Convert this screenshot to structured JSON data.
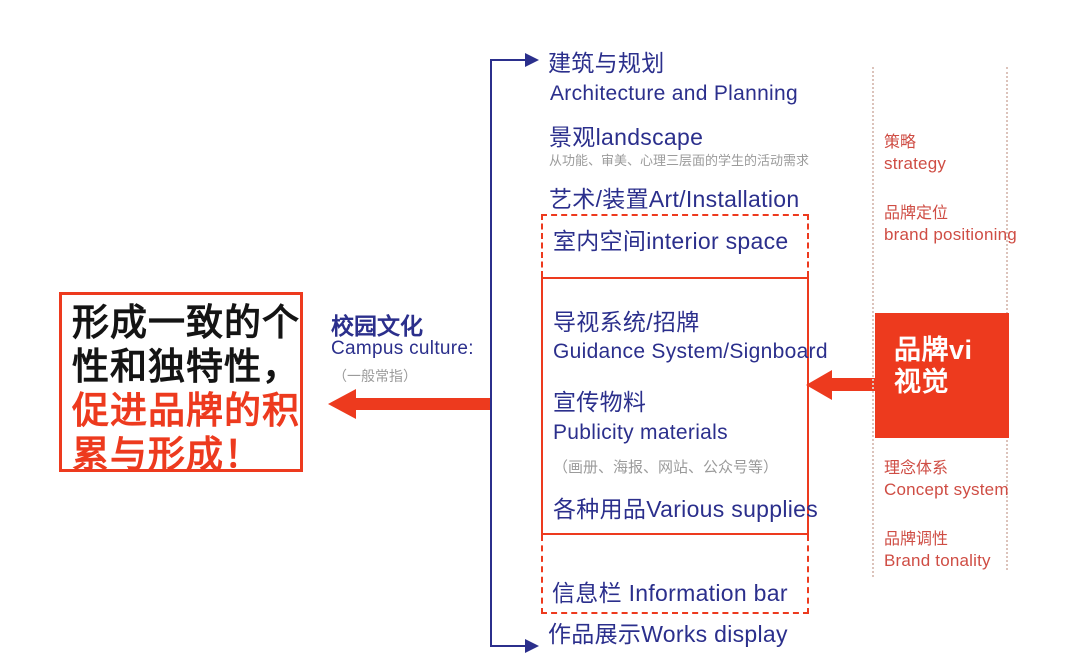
{
  "colors": {
    "accent_red": "#ed3a1e",
    "text_blue": "#2b2f8c",
    "brand_column_red": "#cf4d44",
    "note_gray": "#9b9b9b"
  },
  "conclusion_box": {
    "line1": "形成一致的个",
    "line2": "性和独特性，",
    "line3": "促进品牌的积",
    "line4": "累与形成！"
  },
  "campus_label": {
    "cn": "校园文化",
    "en": "Campus culture:",
    "note": "（一般常指）"
  },
  "items": {
    "architecture_cn": "建筑与规划",
    "architecture_en": "Architecture and Planning",
    "landscape": "景观landscape",
    "landscape_note": "从功能、审美、心理三层面的学生的活动需求",
    "art": "艺术/装置Art/Installation",
    "interior": "室内空间interior space",
    "guidance_cn": "导视系统/招牌",
    "guidance_en": "Guidance System/Signboard",
    "publicity_cn": "宣传物料",
    "publicity_en": "Publicity materials",
    "publicity_note": "（画册、海报、网站、公众号等）",
    "supplies": "各种用品Various supplies",
    "information_bar": "信息栏 Information bar",
    "works_display": "作品展示Works display"
  },
  "brand_column": {
    "strategy_cn": "策略",
    "strategy_en": "strategy",
    "positioning_cn": "品牌定位",
    "positioning_en": "brand positioning",
    "vi_line1": "品牌vi",
    "vi_line2": "视觉",
    "concept_cn": "理念体系",
    "concept_en": "Concept system",
    "tonality_cn": "品牌调性",
    "tonality_en": "Brand tonality"
  }
}
